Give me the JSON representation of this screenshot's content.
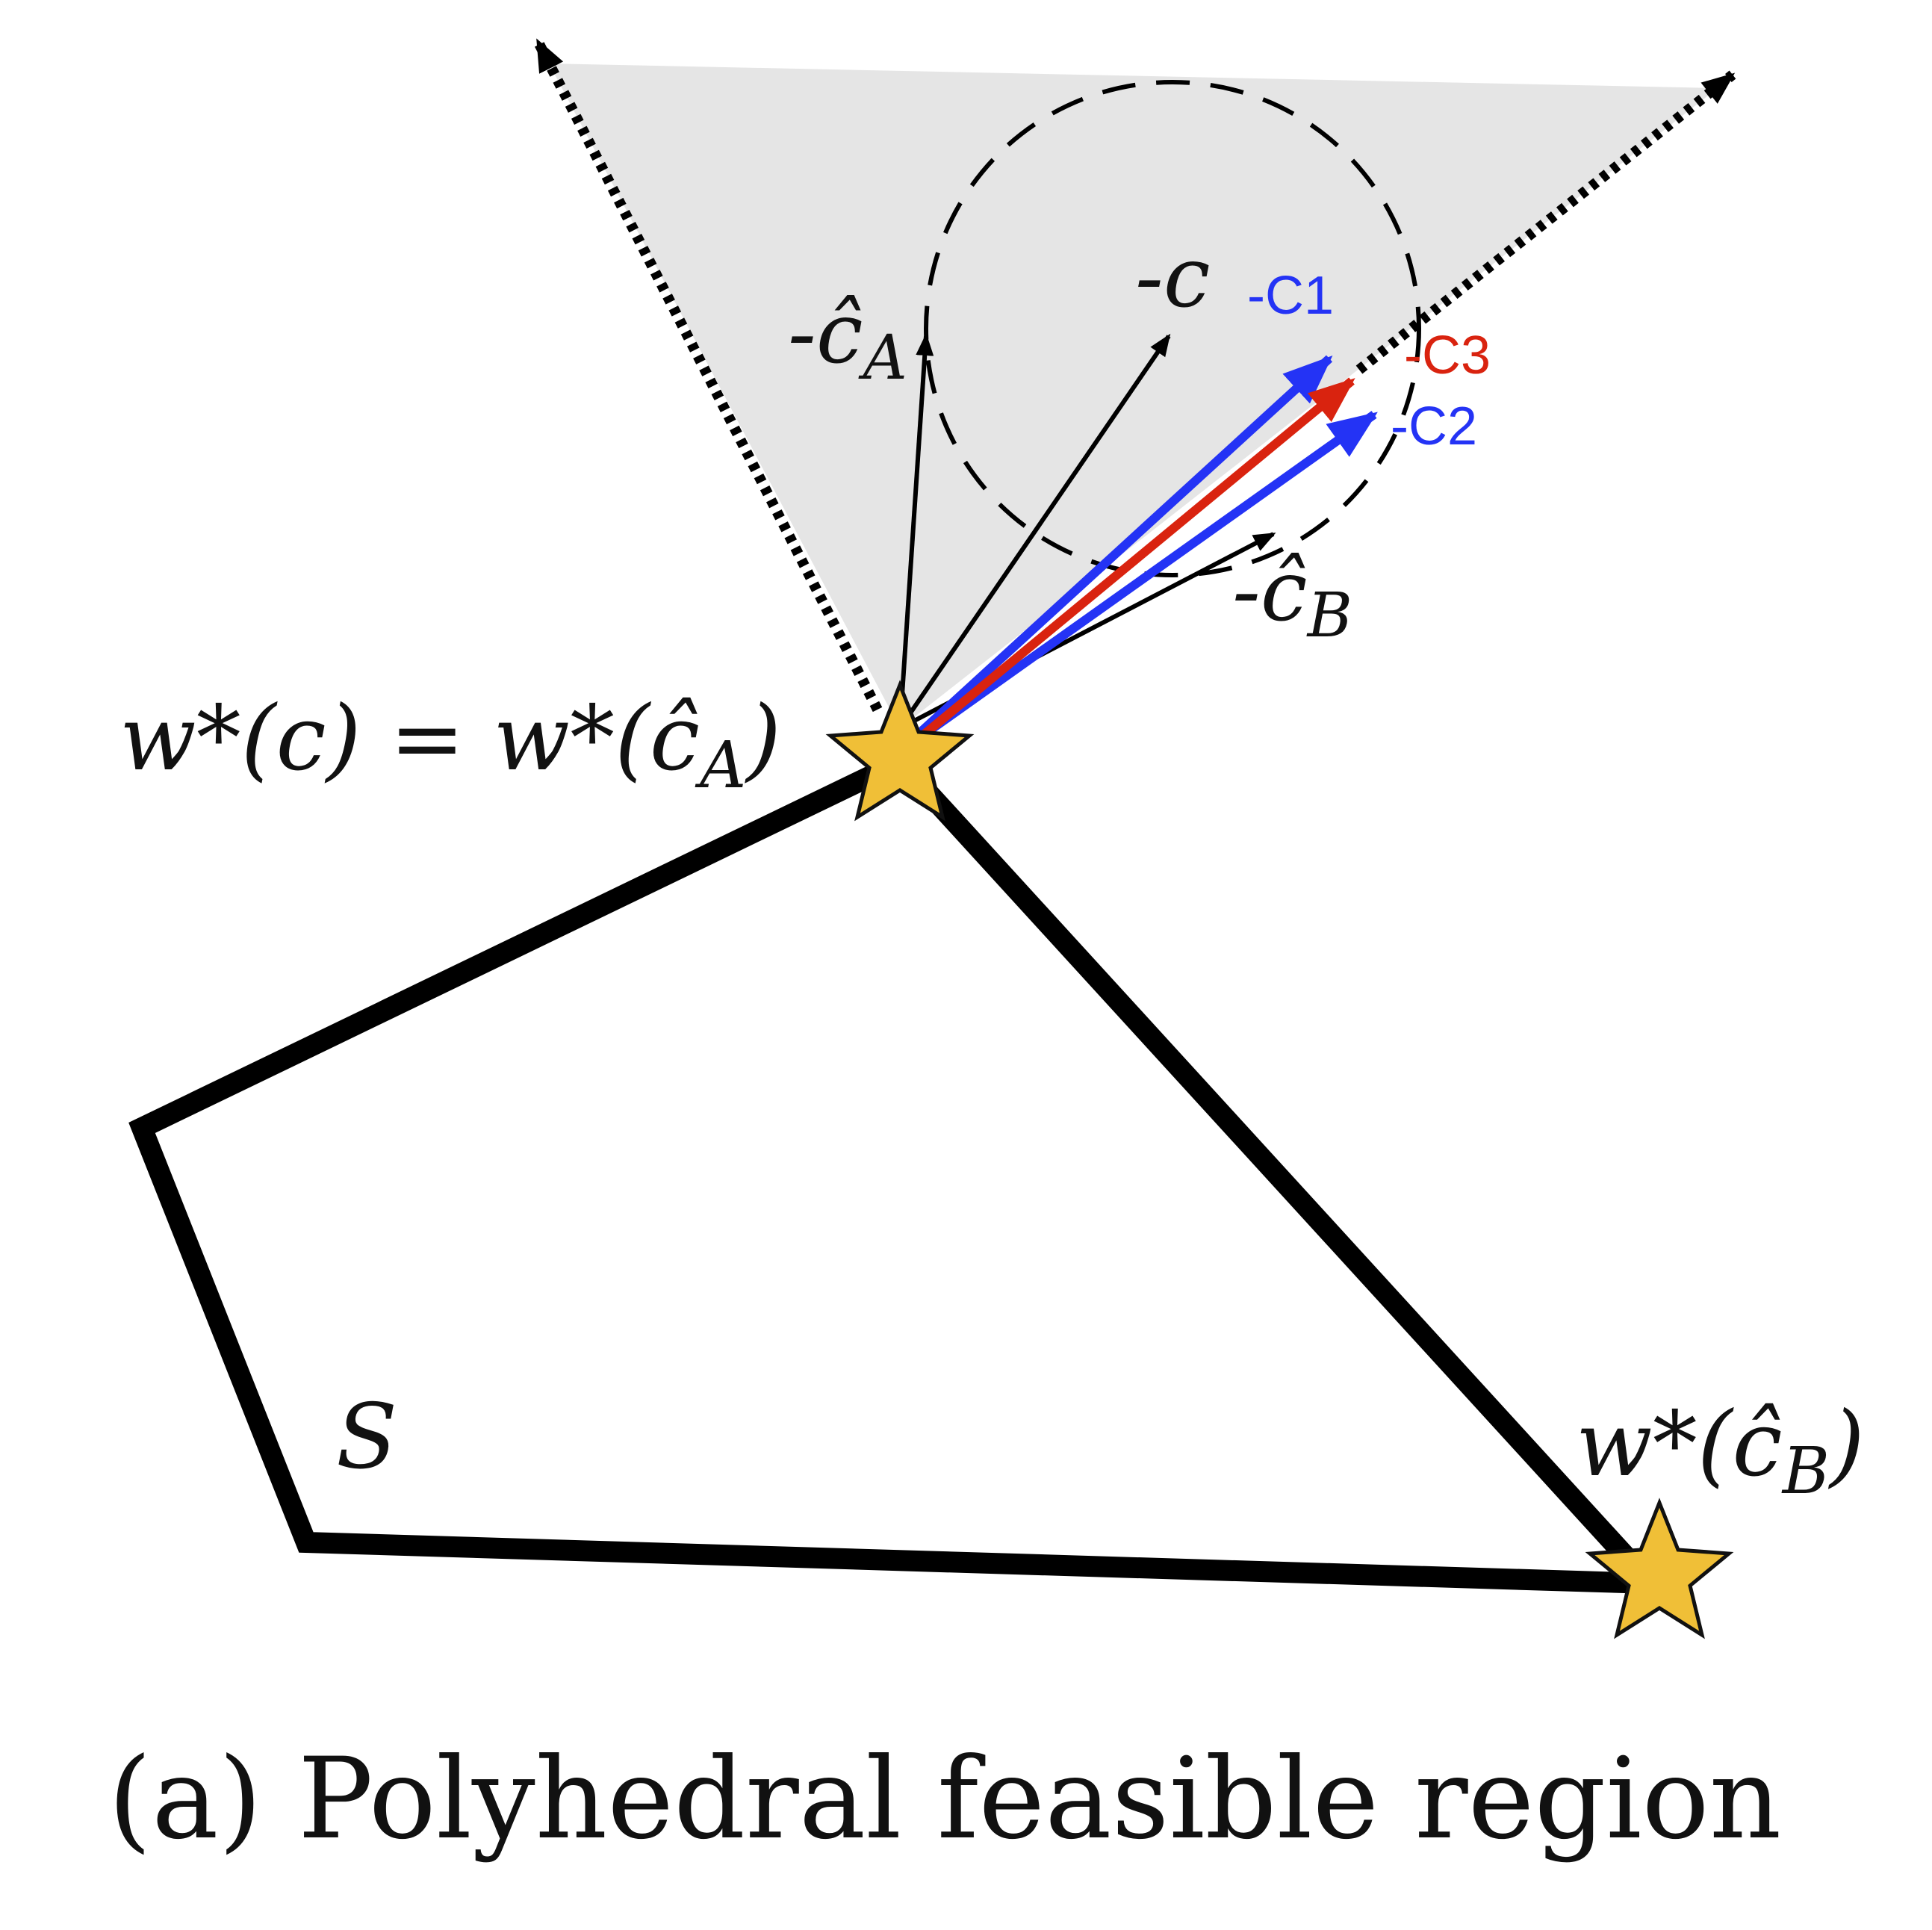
{
  "labels": {
    "neg_c": "-c",
    "neg_c_hat_a": "-ĉ",
    "neg_c_hat_a_sub": "A",
    "neg_c_hat_b": "-ĉ",
    "neg_c_hat_b_sub": "B",
    "neg_c1": "-C1",
    "neg_c2": "-C2",
    "neg_c3": "-C3",
    "w_star_c_left": "w*(c) = w*(ĉ",
    "w_star_c_sub": "A",
    "w_star_c_right": ")",
    "w_star_b_left": "w*(ĉ",
    "w_star_b_sub": "B",
    "w_star_b_right": ")",
    "region_label": "S"
  },
  "caption": "(a) Polyhedral feasible region",
  "colors": {
    "cone_fill": "#e5e5e5",
    "polygon_stroke": "#000000",
    "star_fill": "#f0bf37",
    "c1_c2_color": "#2433f5",
    "c3_color": "#d9230f",
    "c1_c2_label_color": "#2433f5",
    "c3_label_color": "#d9230f"
  }
}
